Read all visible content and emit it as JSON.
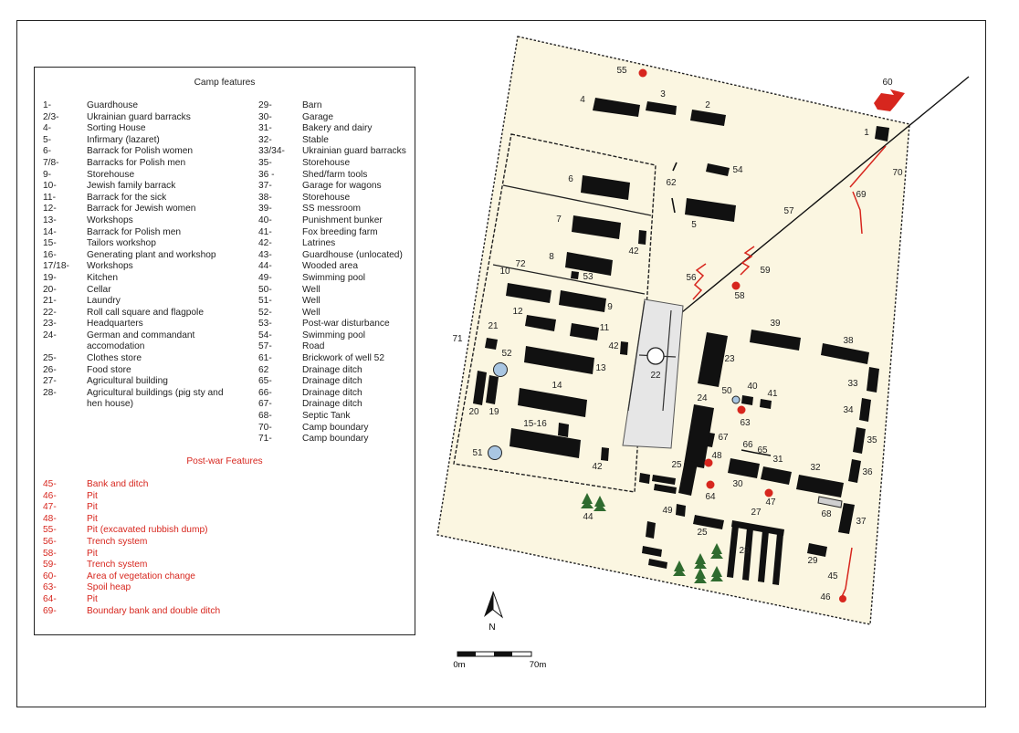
{
  "legend": {
    "title": "Camp features",
    "col1": [
      {
        "n": "1-",
        "t": "Guardhouse"
      },
      {
        "n": "2/3-",
        "t": "Ukrainian guard barracks"
      },
      {
        "n": "4-",
        "t": "Sorting House"
      },
      {
        "n": "5-",
        "t": "Infirmary (lazaret)"
      },
      {
        "n": "6-",
        "t": "Barrack for Polish women"
      },
      {
        "n": "7/8-",
        "t": "Barracks for Polish men"
      },
      {
        "n": "9-",
        "t": "Storehouse"
      },
      {
        "n": "10-",
        "t": "Jewish family barrack"
      },
      {
        "n": "11-",
        "t": "Barrack for the sick"
      },
      {
        "n": "12-",
        "t": "Barrack for Jewish women"
      },
      {
        "n": "13-",
        "t": "Workshops"
      },
      {
        "n": "14-",
        "t": "Barrack for Polish men"
      },
      {
        "n": "15-",
        "t": "Tailors workshop"
      },
      {
        "n": "16-",
        "t": "Generating plant and workshop"
      },
      {
        "n": "17/18-",
        "t": "Workshops"
      },
      {
        "n": "19-",
        "t": "Kitchen"
      },
      {
        "n": "20-",
        "t": "Cellar"
      },
      {
        "n": "21-",
        "t": "Laundry"
      },
      {
        "n": "22-",
        "t": "Roll call square and flagpole"
      },
      {
        "n": "23-",
        "t": "Headquarters"
      },
      {
        "n": "24-",
        "t": "German and commandant accomodation"
      },
      {
        "n": "25-",
        "t": "Clothes store"
      },
      {
        "n": "26-",
        "t": "Food store"
      },
      {
        "n": "27-",
        "t": "Agricultural building"
      },
      {
        "n": "28-",
        "t": "Agricultural buildings (pig sty and hen house)"
      }
    ],
    "col2": [
      {
        "n": "29-",
        "t": "Barn"
      },
      {
        "n": "30-",
        "t": "Garage"
      },
      {
        "n": "31-",
        "t": "Bakery and dairy"
      },
      {
        "n": "32-",
        "t": "Stable"
      },
      {
        "n": "33/34-",
        "t": "Ukrainian guard barracks"
      },
      {
        "n": "35-",
        "t": "Storehouse"
      },
      {
        "n": "36 -",
        "t": "Shed/farm tools"
      },
      {
        "n": "37-",
        "t": "Garage for wagons"
      },
      {
        "n": "38-",
        "t": "Storehouse"
      },
      {
        "n": "39-",
        "t": "SS messroom"
      },
      {
        "n": "40-",
        "t": "Punishment bunker"
      },
      {
        "n": "41-",
        "t": "Fox breeding farm"
      },
      {
        "n": "42-",
        "t": "Latrines"
      },
      {
        "n": "43-",
        "t": "Guardhouse (unlocated)"
      },
      {
        "n": "44-",
        "t": "Wooded  area"
      },
      {
        "n": "49-",
        "t": "Swimming pool"
      },
      {
        "n": "50-",
        "t": "Well"
      },
      {
        "n": "51-",
        "t": "Well"
      },
      {
        "n": "52-",
        "t": "Well"
      },
      {
        "n": "53-",
        "t": "Post-war disturbance"
      },
      {
        "n": "54-",
        "t": "Swimming pool"
      },
      {
        "n": "57-",
        "t": "Road"
      },
      {
        "n": "61-",
        "t": "Brickwork of well 52"
      },
      {
        "n": "62",
        "t": "Drainage ditch"
      },
      {
        "n": "65-",
        "t": "Drainage ditch"
      },
      {
        "n": "66-",
        "t": "Drainage ditch"
      },
      {
        "n": "67-",
        "t": "Drainage ditch"
      },
      {
        "n": "68-",
        "t": "Septic Tank"
      },
      {
        "n": "70-",
        "t": "Camp boundary"
      },
      {
        "n": "71-",
        "t": "Camp boundary"
      }
    ],
    "postwar_title": "Post-war Features",
    "postwar": [
      {
        "n": "45-",
        "t": "Bank  and ditch"
      },
      {
        "n": "46-",
        "t": "Pit"
      },
      {
        "n": "47-",
        "t": "Pit"
      },
      {
        "n": "48-",
        "t": "Pit"
      },
      {
        "n": "55-",
        "t": "Pit (excavated rubbish dump)"
      },
      {
        "n": "56-",
        "t": "Trench system"
      },
      {
        "n": "58-",
        "t": "Pit"
      },
      {
        "n": "59-",
        "t": "Trench system"
      },
      {
        "n": "60-",
        "t": "Area of vegetation change"
      },
      {
        "n": "63-",
        "t": "Spoil heap"
      },
      {
        "n": "64-",
        "t": "Pit"
      },
      {
        "n": "69-",
        "t": "Boundary bank and double ditch"
      }
    ]
  },
  "map": {
    "north": "N",
    "scale_start": "0m",
    "scale_end": "70m",
    "colors": {
      "ground": "#fbf6e1",
      "building": "#111111",
      "postwar": "#d7261e",
      "well": "#a9c6e2",
      "square": "#e6e6e6",
      "tree": "#2f6b2f"
    },
    "labels": [
      "1",
      "2",
      "3",
      "4",
      "5",
      "6",
      "7",
      "8",
      "9",
      "10",
      "11",
      "12",
      "13",
      "14",
      "15-16",
      "19",
      "20",
      "21",
      "22",
      "23",
      "24",
      "25",
      "25",
      "27",
      "28",
      "29",
      "30",
      "31",
      "32",
      "33",
      "34",
      "35",
      "36",
      "37",
      "38",
      "39",
      "40",
      "41",
      "42",
      "42",
      "42",
      "44",
      "45",
      "46",
      "47",
      "48",
      "49",
      "50",
      "51",
      "52",
      "53",
      "54",
      "55",
      "56",
      "57",
      "58",
      "59",
      "60",
      "62",
      "63",
      "64",
      "65",
      "66",
      "67",
      "68",
      "69",
      "70",
      "71",
      "72"
    ]
  }
}
